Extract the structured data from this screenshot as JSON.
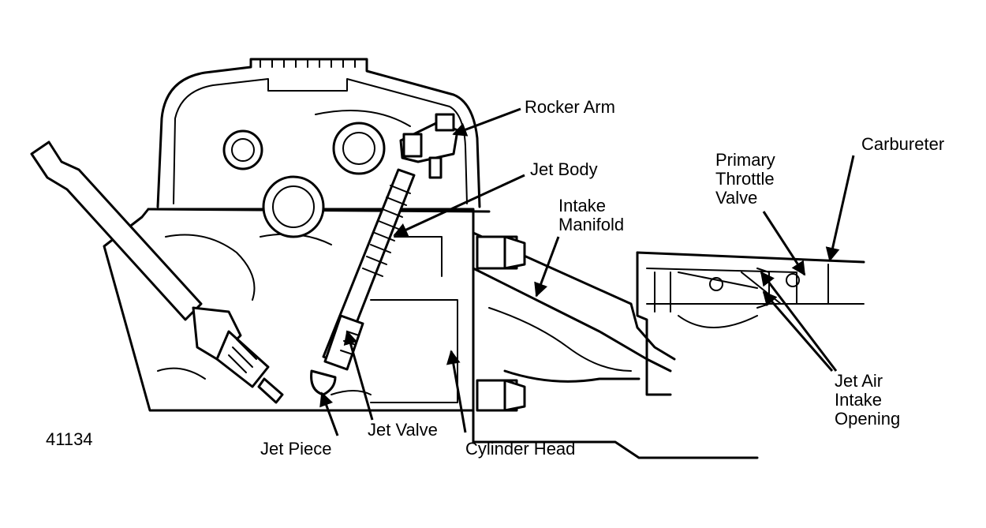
{
  "figure_number": "41134",
  "labels": {
    "rocker_arm": "Rocker Arm",
    "jet_body": "Jet Body",
    "intake_manifold_1": "Intake",
    "intake_manifold_2": "Manifold",
    "primary_throttle_1": "Primary",
    "primary_throttle_2": "Throttle",
    "primary_throttle_3": "Valve",
    "carbureter": "Carbureter",
    "jet_air_1": "Jet Air",
    "jet_air_2": "Intake",
    "jet_air_3": "Opening",
    "jet_piece": "Jet Piece",
    "jet_valve": "Jet Valve",
    "cylinder_head": "Cylinder Head"
  }
}
